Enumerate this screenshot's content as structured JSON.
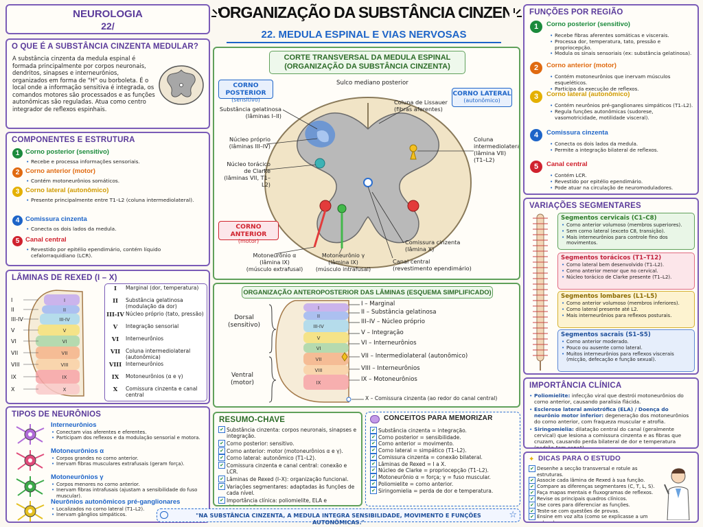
{
  "header": {
    "subject": "NEUROLOGIA",
    "chapter": "22/",
    "title": "ORGANIZAÇÃO DA SUBSTÂNCIA CINZENTA MEDULAR",
    "subtitle": "22. MEDULA ESPINAL E VIAS NERVOSAS"
  },
  "what_is": {
    "title": "O QUE É A SUBSTÂNCIA CINZENTA MEDULAR?",
    "text": "A substância cinzenta da medula espinal é formada principalmente por corpos neuronais, dendritos, sinapses e interneurônios, organizados em forma de \"H\" ou borboleta. É o local onde a informação sensitiva é integrada, os comandos motores são processados e as funções autonômicas são reguladas. Atua como centro integrador de reflexos espinhais."
  },
  "components": {
    "title": "COMPONENTES E ESTRUTURA",
    "items": [
      {
        "n": "1",
        "name": "Corno posterior (sensitivo)",
        "lines": [
          "Recebe e processa informações sensoriais."
        ]
      },
      {
        "n": "2",
        "name": "Corno anterior (motor)",
        "lines": [
          "Contém motoneurônios somáticos."
        ]
      },
      {
        "n": "3",
        "name": "Corno lateral (autonômico)",
        "lines": [
          "Presente principalmente entre T1–L2 (coluna intermediolateral)."
        ]
      },
      {
        "n": "4",
        "name": "Comissura cinzenta",
        "lines": [
          "Conecta os dois lados da medula."
        ]
      },
      {
        "n": "5",
        "name": "Canal central",
        "lines": [
          "Revestido por epitélio ependimário, contém líquido cefalorraquidiano (LCR)."
        ]
      }
    ]
  },
  "laminae": {
    "title": "LÂMINAS DE REXED (I – X)",
    "labels": [
      "I",
      "II",
      "III-IV",
      "V",
      "VI",
      "VII",
      "VIII",
      "IX",
      "X"
    ],
    "table": [
      [
        "I",
        "Marginal (dor, temperatura)"
      ],
      [
        "II",
        "Substância gelatinosa (modulação da dor)"
      ],
      [
        "III-IV",
        "Núcleo próprio (tato, pressão)"
      ],
      [
        "V",
        "Integração sensorial"
      ],
      [
        "VI",
        "Interneurônios"
      ],
      [
        "VII",
        "Coluna intermediolateral (autonômica)"
      ],
      [
        "VIII",
        "Interneurônios"
      ],
      [
        "IX",
        "Motoneurônios (α e γ)"
      ],
      [
        "X",
        "Comissura cinzenta e canal central"
      ]
    ]
  },
  "neurons": {
    "title": "TIPOS DE NEURÔNIOS",
    "items": [
      {
        "name": "Interneurônios",
        "lines": [
          "Conectam vias aferentes e eferentes.",
          "Participam dos reflexos e da modulação sensorial e motora."
        ]
      },
      {
        "name": "Motoneurônios α",
        "lines": [
          "Corpos grandes no corno anterior.",
          "Inervam fibras musculares extrafusais (geram força)."
        ]
      },
      {
        "name": "Motoneurônios γ",
        "lines": [
          "Corpos menores no corno anterior.",
          "Inervam fibras intrafusais (ajustam a sensibilidade do fuso muscular)."
        ]
      },
      {
        "name": "Neurônios autonômicos pré-ganglionares",
        "lines": [
          "Localizados no corno lateral (T1–L2).",
          "Inervam gânglios simpáticos."
        ]
      }
    ]
  },
  "cross": {
    "title": "CORTE TRANSVERSAL DA MEDULA ESPINAL",
    "title2": "(ORGANIZAÇÃO DA SUBSTÂNCIA CINZENTA)",
    "sulcus": "Sulco mediano posterior",
    "posterior_horn": "CORNO POSTERIOR",
    "posterior_sub": "(sensitivo)",
    "lateral_horn": "CORNO LATERAL",
    "lateral_sub": "(autonômico)",
    "anterior_horn": "CORNO ANTERIOR",
    "anterior_sub": "(motor)",
    "gel": "Substância gelatinosa",
    "gel_sub": "(lâminas I–II)",
    "nucleus": "Núcleo próprio",
    "nucleus_sub": "(lâminas III–IV)",
    "clarke": "Núcleo torácico",
    "clarke2": "de Clarke",
    "clarke_sub": "(lâminas VII, T1–L2)",
    "lissauer": "Coluna de Lissauer",
    "lissauer_sub": "(fibras aferentes)",
    "iml": "Coluna",
    "iml2": "intermediolateral",
    "iml_sub": "(lâmina VII)",
    "iml_sub2": "(T1–L2)",
    "alpha": "Motoneurônio α",
    "alpha_sub": "(lâmina IX)",
    "alpha_sub2": "(músculo extrafusal)",
    "gamma": "Motoneurônio γ",
    "gamma_sub": "(lâmina IX)",
    "gamma_sub2": "(músculo intrafusal)",
    "comm": "Comissura cinzenta",
    "comm_sub": "(lâmina X)",
    "canal": "Canal central",
    "canal_sub": "(revestimento ependimário)"
  },
  "antero": {
    "title": "ORGANIZAÇÃO ANTEROPOSTERIOR DAS LÂMINAS (ESQUEMA SIMPLIFICADO)",
    "dorsal": "Dorsal",
    "dorsal_sub": "(sensitivo)",
    "ventral": "Ventral",
    "ventral_sub": "(motor)",
    "labels": [
      "I – Marginal",
      "II – Substância gelatinosa",
      "III–IV – Núcleo próprio",
      "V – Integração",
      "VI – Interneurônios",
      "VII – Intermediolateral (autonômico)",
      "VIII – Interneurônios",
      "IX – Motoneurônios",
      "X – Comissura cinzenta (ao redor do canal central)"
    ],
    "bands": [
      "I",
      "II",
      "III-IV",
      "V",
      "VI",
      "VII",
      "VIII",
      "IX"
    ]
  },
  "summary": {
    "title": "RESUMO-CHAVE",
    "items": [
      "Substância cinzenta: corpos neuronais, sinapses e integração.",
      "Corno posterior: sensitivo.",
      "Corno anterior: motor (motoneurônios α e γ).",
      "Corno lateral: autonômico (T1–L2).",
      "Comissura cinzenta e canal central: conexão e LCR.",
      "Lâminas de Rexed (I–X): organização funcional.",
      "Variações segmentares: adaptadas às funções de cada nível.",
      "Importância clínica: poliomielite, ELA e siringomielia."
    ]
  },
  "memorize": {
    "title": "CONCEITOS PARA MEMORIZAR",
    "items": [
      "Substância cinzenta = integração.",
      "Corno posterior = sensibilidade.",
      "Corno anterior = movimento.",
      "Corno lateral = simpático (T1–L2).",
      "Comissura cinzenta = conexão bilateral.",
      "Lâminas de Rexed = I a X.",
      "Núcleo de Clarke = propriocepção (T1–L2).",
      "Motoneurônio α = força; γ = fuso muscular.",
      "Poliomielite = corno anterior.",
      "Siringomielia = perda de dor e temperatura."
    ]
  },
  "quote": "\"NA SUBSTÂNCIA CINZENTA, A MEDULA INTEGRA SENSIBILIDADE, MOVIMENTO E FUNÇÕES AUTONÔMICAS.\"",
  "functions": {
    "title": "FUNÇÕES POR REGIÃO",
    "items": [
      {
        "n": "1",
        "name": "Corno posterior (sensitivo)",
        "lines": [
          "Recebe fibras aferentes somáticas e viscerais.",
          "Processa dor, temperatura, tato, pressão e propriocepção.",
          "Modula os sinais sensoriais (ex: substância gelatinosa)."
        ]
      },
      {
        "n": "2",
        "name": "Corno anterior (motor)",
        "lines": [
          "Contém motoneurônios que inervam músculos esqueléticos.",
          "Participa da execução de reflexos."
        ]
      },
      {
        "n": "3",
        "name": "Corno lateral (autonômico)",
        "lines": [
          "Contém neurônios pré-ganglionares simpáticos (T1–L2).",
          "Regula funções autonômicas (sudorese, vasomotricidade, motilidade visceral)."
        ]
      },
      {
        "n": "4",
        "name": "Comissura cinzenta",
        "lines": [
          "Conecta os dois lados da medula.",
          "Permite a integração bilateral de reflexos."
        ]
      },
      {
        "n": "5",
        "name": "Canal central",
        "lines": [
          "Contém LCR.",
          "Revestido por epitélio ependimário.",
          "Pode atuar na circulação de neuromoduladores."
        ]
      }
    ]
  },
  "segments": {
    "title": "VARIAÇÕES SEGMENTARES",
    "items": [
      {
        "name": "Segmentos cervicais (C1–C8)",
        "lines": [
          "Corno anterior volumoso (membros superiores).",
          "Sem corno lateral (exceto C8, transição).",
          "Mais interneurônios para controle fino dos movimentos."
        ]
      },
      {
        "name": "Segmentos torácicos (T1–T12)",
        "lines": [
          "Corno lateral bem desenvolvido (T1–L2).",
          "Corno anterior menor que no cervical.",
          "Núcleo torácico de Clarke presente (T1–L2)."
        ]
      },
      {
        "name": "Segmentos lombares (L1–L5)",
        "lines": [
          "Corno anterior volumoso (membros inferiores).",
          "Corno lateral presente até L2.",
          "Mais interneurônios para reflexos posturais."
        ]
      },
      {
        "name": "Segmentos sacrais (S1–S5)",
        "lines": [
          "Corno anterior moderado.",
          "Pouco ou ausente corno lateral.",
          "Muitos interneurônios para reflexos viscerais (micção, defecação e função sexual)."
        ]
      }
    ]
  },
  "clinical": {
    "title": "IMPORTÂNCIA CLÍNICA",
    "items": [
      {
        "name": "Poliomielite:",
        "text": "infecção viral que destrói motoneurônios do corno anterior, causando paralisia flácida."
      },
      {
        "name": "Esclerose lateral amiotrófica (ELA) / Doença do neurônio motor inferior:",
        "text": "degeneração dos motoneurônios do corno anterior, com fraqueza muscular e atrofia."
      },
      {
        "name": "Siringomielia:",
        "text": "dilatação central do canal (geralmente cervical) que lesiona a comissura cinzenta e as fibras que cruzam, causando perda bilateral de dor e temperatura (padrão \"em capa\")."
      }
    ]
  },
  "tips": {
    "title": "DICAS PARA O ESTUDO",
    "items": [
      "Desenhe a secção transversal e rotule as estruturas.",
      "Associe cada lâmina de Rexed à sua função.",
      "Compare as diferenças segmentares (C, T, L, S).",
      "Faça mapas mentais e fluxogramas de reflexos.",
      "Revise os principais quadros clínicos.",
      "Use cores para diferenciar as funções.",
      "Teste-se com questões de provas.",
      "Ensine em voz alta (como se explicasse a um colega)."
    ]
  },
  "colors": {
    "accent": "#7a5bb7",
    "blue": "#1d64c8",
    "green": "#1b8a3c",
    "orange": "#e06a10",
    "red": "#d0222e",
    "yellow": "#e4b000"
  }
}
